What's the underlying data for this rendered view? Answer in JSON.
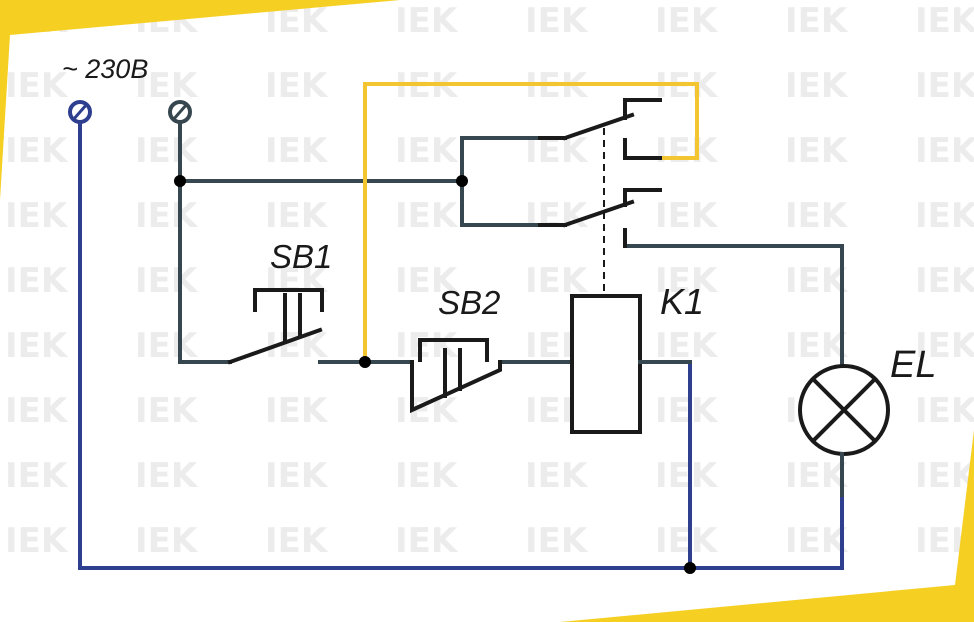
{
  "supply": {
    "label": "~ 230В"
  },
  "components": {
    "sb1": {
      "label": "SB1"
    },
    "sb2": {
      "label": "SB2"
    },
    "k1": {
      "label": "K1"
    },
    "el": {
      "label": "EL"
    }
  },
  "watermark": {
    "text": "IEK"
  },
  "colors": {
    "accent": "#f6cf23",
    "neutral_wire": "#2e3f8f",
    "phase_wire": "#37474f",
    "control_wire": "#f2c531",
    "symbol": "#1a1a1a"
  }
}
